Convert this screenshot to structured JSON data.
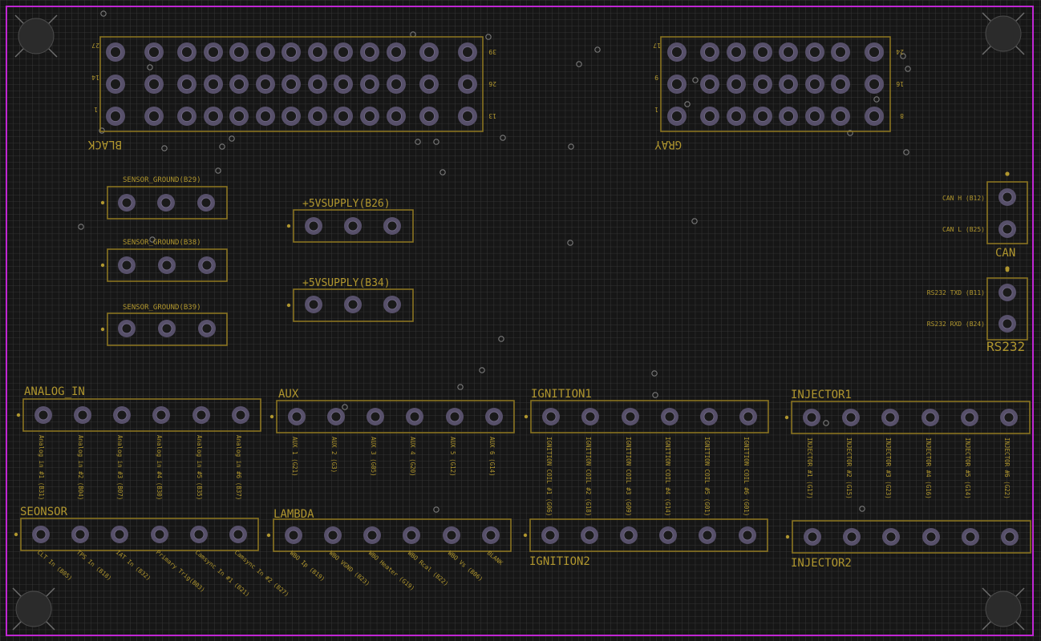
{
  "connectors": {
    "black": {
      "label": "BLACK",
      "pin_labels": [
        "27",
        "14",
        "1",
        "39",
        "26",
        "13"
      ]
    },
    "gray": {
      "label": "GRAY",
      "pin_labels": [
        "17",
        "9",
        "1",
        "24",
        "16",
        "8"
      ]
    }
  },
  "ground_headers": [
    {
      "label": "SENSOR_GROUND(B29)"
    },
    {
      "label": "SENSOR_GROUND(B38)"
    },
    {
      "label": "SENSOR_GROUND(B39)"
    }
  ],
  "supply_headers": [
    {
      "label": "+5VSUPPLY(B26)"
    },
    {
      "label": "+5VSUPPLY(B34)"
    }
  ],
  "can": {
    "label": "CAN",
    "pins": [
      "CAN H (B12)",
      "CAN L (B25)"
    ]
  },
  "rs232": {
    "label": "RS232",
    "pins": [
      "RS232 TXD (B11)",
      "RS232 RXD (B24)"
    ]
  },
  "analog_in": {
    "label": "ANALOG_IN",
    "pins": [
      "Analog in #1 (B31)",
      "Analog in #2 (B04)",
      "Analog in #3 (B07)",
      "Analog in #4 (B30)",
      "Analog in #5 (B35)",
      "Analog in #6 (B37)"
    ]
  },
  "aux": {
    "label": "AUX",
    "pins": [
      "AUX 1 (G21)",
      "AUX 2 (G3)",
      "AUX 3 (G05)",
      "AUX 4 (G20)",
      "AUX 5 (G12)",
      "AUX 6 (G14)"
    ]
  },
  "ignition1": {
    "label": "IGNITION1",
    "pins": [
      "IGNITION COIL #1 (G06)",
      "IGNITION COIL #2 (G18)",
      "IGNITION COIL #3 (G09)",
      "IGNITION COIL #4 (G14)",
      "IGNITION COIL #5 (G01)",
      "IGNITION COIL #6 (G01)"
    ]
  },
  "injector1": {
    "label": "INJECTOR1",
    "pins": [
      "INJECTOR #1 (G17)",
      "INJECTOR #2 (G15)",
      "INJECTOR #3 (G23)",
      "INJECTOR #4 (G16)",
      "INJECTOR #5 (G14)",
      "INJECTOR #6 (G22)"
    ]
  },
  "sensor": {
    "label": "SEONSOR",
    "pins": [
      "CLT In (B05)",
      "TPS In (B18)",
      "IAT In (B32)",
      "Primary Trig(B03)",
      "Camsync In #1 (B21)",
      "Camsync In #2 (B27)"
    ]
  },
  "lambda": {
    "label": "LAMBDA",
    "pins": [
      "WBO Ip (B19)",
      "WBO VGND (B23)",
      "WBO Heater (G19)",
      "WBO Rcal (B22)",
      "WBO Vs (B06)",
      "BLANK"
    ]
  },
  "ignition2": {
    "label": "IGNITION2"
  },
  "injector2": {
    "label": "INJECTOR2"
  },
  "colors": {
    "background": "#161616",
    "grid": "#3b3b3b",
    "board_edge": "#c026d3",
    "silkscreen": "#b0962e",
    "outline": "#8a7420",
    "pad": "#57506a"
  }
}
